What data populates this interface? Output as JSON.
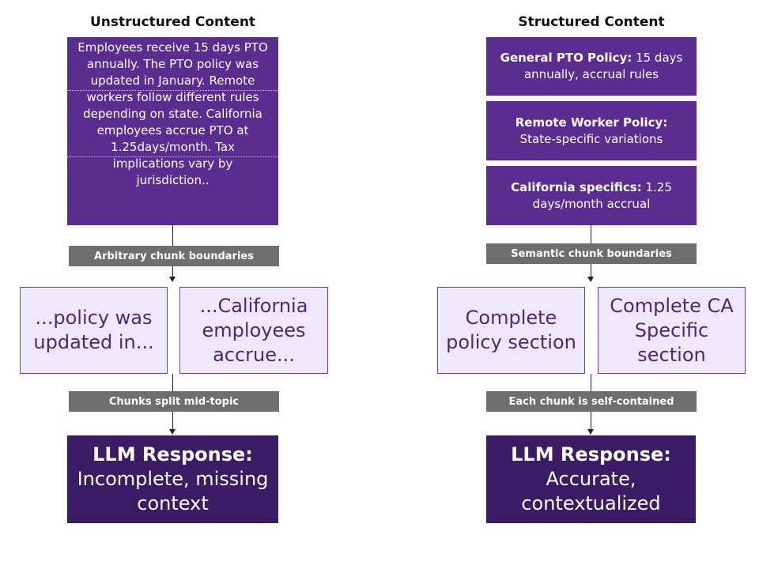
{
  "left": {
    "title": "Unstructured Content",
    "source_text": "Employees receive 15 days PTO annually. The PTO policy was updated in January. Remote workers follow different rules depending on state. California employees accrue PTO at 1.25days/month. Tax implications vary by jurisdiction..",
    "label_boundaries": "Arbitrary chunk boundaries",
    "chunks": [
      "...policy was updated in...",
      "...California employees accrue..."
    ],
    "label_split": "Chunks split mid-topic",
    "response_title": "LLM Response:",
    "response_text": "Incomplete, missing context"
  },
  "right": {
    "title": "Structured Content",
    "sections": [
      {
        "heading": "General PTO Policy:",
        "text": " 15 days annually, accrual rules"
      },
      {
        "heading": "Remote Worker Policy:",
        "text": "State-specific variations"
      },
      {
        "heading": "California specifics:",
        "text": " 1.25 days/month accrual"
      }
    ],
    "label_boundaries": "Semantic chunk boundaries",
    "chunks": [
      "Complete policy section",
      "Complete CA Specific section"
    ],
    "label_self": "Each chunk is self-contained",
    "response_title": "LLM Response:",
    "response_text": "Accurate, contextualized"
  },
  "colors": {
    "purple": "#5b2d91",
    "dark_purple": "#3b1a66",
    "chunk_fill": "#efe7fb",
    "chunk_border": "#6a3ea6",
    "label_gray": "#6e6e6e"
  }
}
